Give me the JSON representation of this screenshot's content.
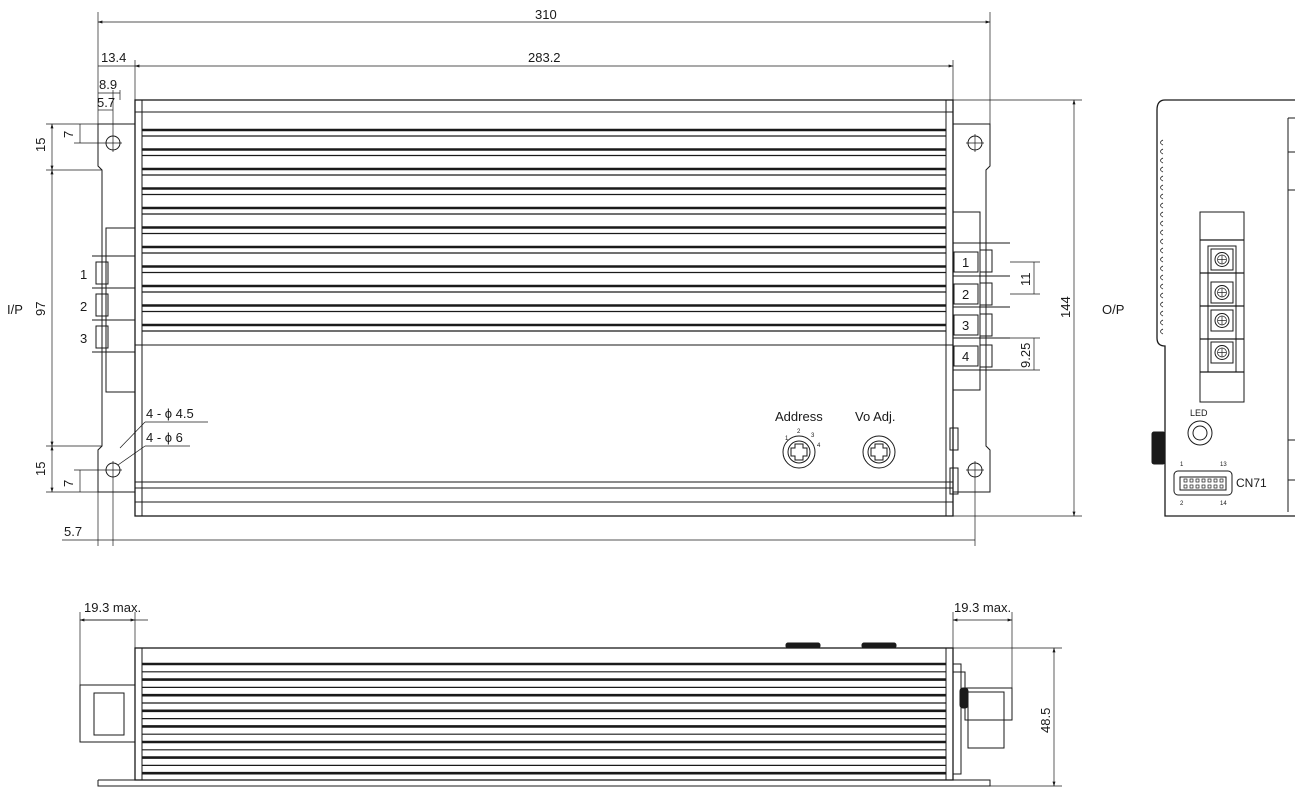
{
  "dimensions": {
    "overall_length": "310",
    "body_length": "283.2",
    "left_offset": "13.4",
    "hole_offset_a": "8.9",
    "hole_offset_b": "5.7",
    "hole_edge_left": "5.7",
    "hole_pitch_top": "15",
    "hole_pitch_bottom": "15",
    "hole_vert_top": "7",
    "hole_vert_bottom": "7",
    "hole_span": "97",
    "total_height": "144",
    "terminal_pitch": "11",
    "terminal_bottom": "9.25",
    "left_protrusion": "19.3 max.",
    "right_protrusion": "19.3 max.",
    "body_height": "48.5"
  },
  "labels": {
    "input": "I/P",
    "output": "O/P",
    "hole_small": "4 - ϕ 4.5",
    "hole_large": "4 - ϕ 6",
    "address": "Address",
    "vo_adj": "Vo Adj.",
    "led": "LED",
    "connector": "CN71"
  },
  "input_pins": [
    "1",
    "2",
    "3"
  ],
  "output_pins": [
    "1",
    "2",
    "3",
    "4"
  ],
  "address_positions": [
    "1",
    "2",
    "3",
    "4"
  ],
  "connector_pins": {
    "top_left": "1",
    "top_right": "13",
    "bottom_left": "2",
    "bottom_right": "14"
  }
}
